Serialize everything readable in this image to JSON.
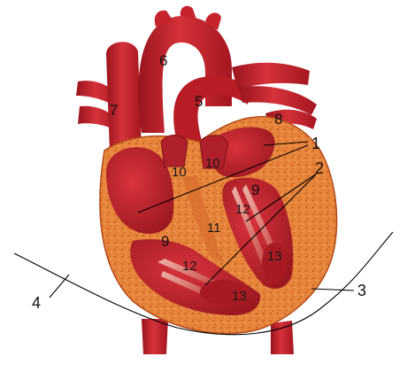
{
  "diagram": {
    "labels": [
      {
        "id": "n1",
        "text": "1"
      },
      {
        "id": "n2",
        "text": "2"
      },
      {
        "id": "n3",
        "text": "3"
      },
      {
        "id": "n4",
        "text": "4"
      },
      {
        "id": "n5",
        "text": "5"
      },
      {
        "id": "n6",
        "text": "6"
      },
      {
        "id": "n7",
        "text": "7"
      },
      {
        "id": "n8",
        "text": "8"
      },
      {
        "id": "n9a",
        "text": "9"
      },
      {
        "id": "n9b",
        "text": "9"
      },
      {
        "id": "n10a",
        "text": "10"
      },
      {
        "id": "n10b",
        "text": "10"
      },
      {
        "id": "n11",
        "text": "11"
      },
      {
        "id": "n12a",
        "text": "12"
      },
      {
        "id": "n12b",
        "text": "12"
      },
      {
        "id": "n13a",
        "text": "13"
      },
      {
        "id": "n13b",
        "text": "13"
      }
    ]
  },
  "colors": {
    "vessel": "#c8202a",
    "vessel_dark": "#8e1218",
    "vessel_light": "#e55a5c",
    "myocardium": "#e8803a",
    "myocardium_spots": "#c8601e",
    "chamber": "#b51e28",
    "leader": "#000000"
  }
}
